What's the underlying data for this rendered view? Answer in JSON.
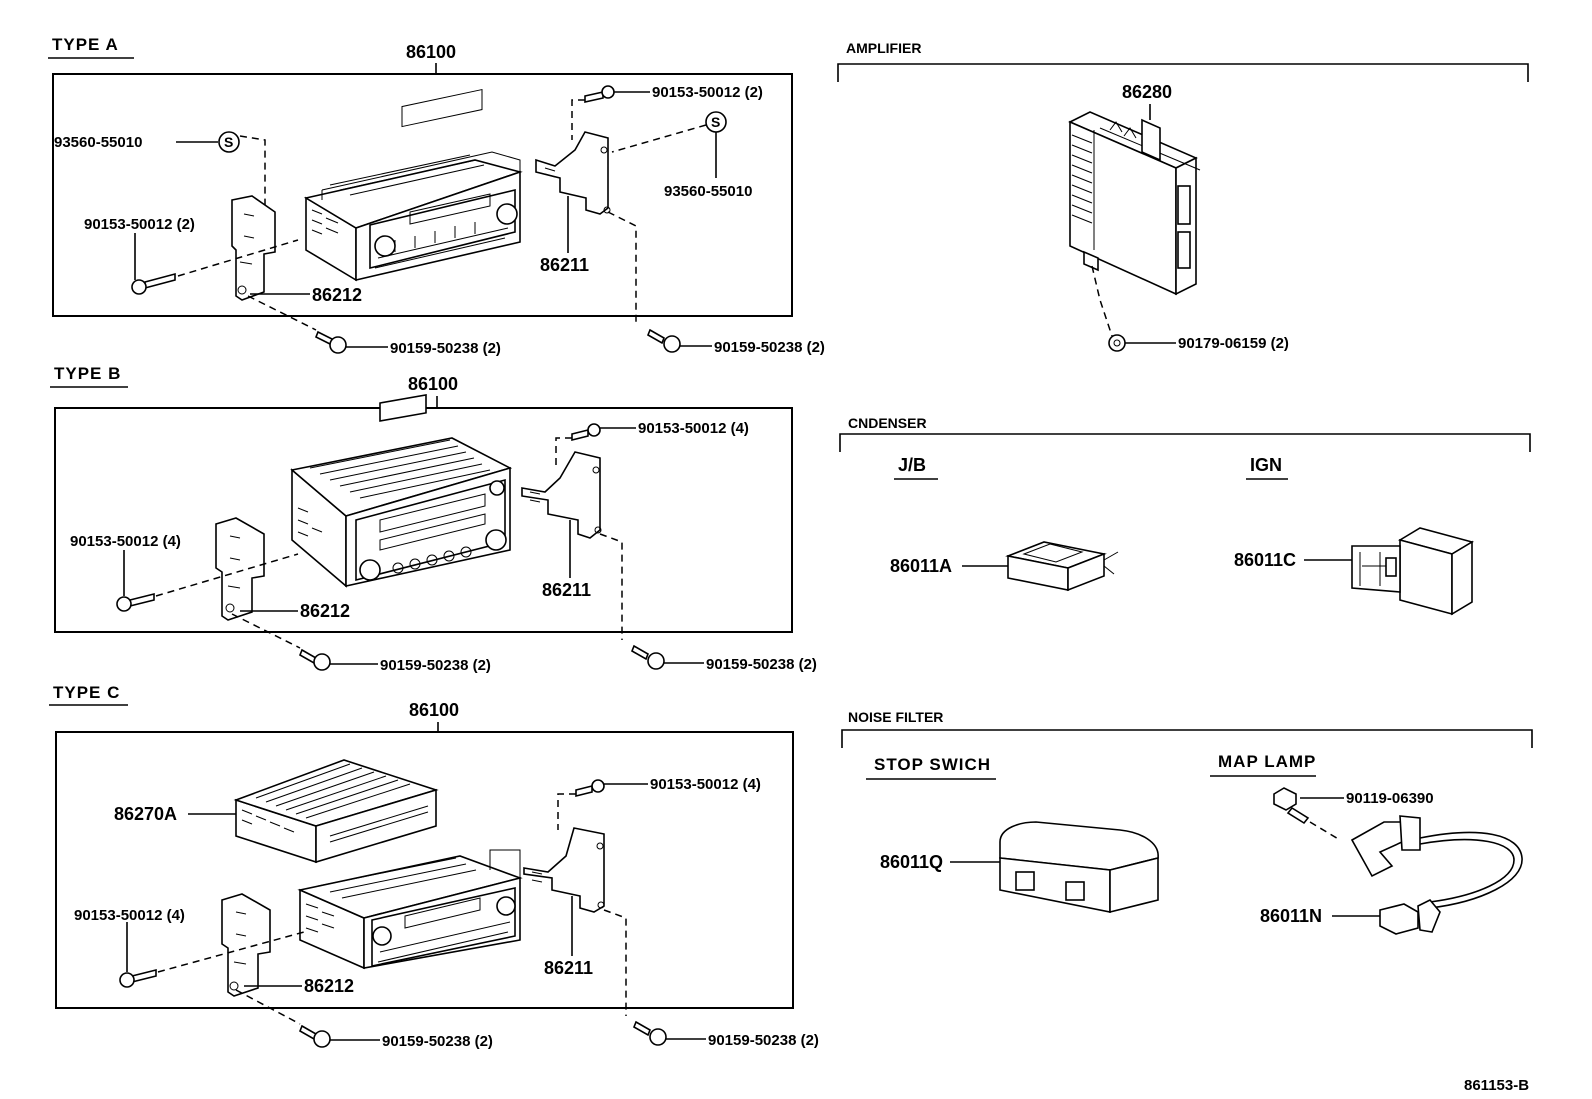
{
  "type_a": {
    "title": "TYPE  A",
    "radio": "86100",
    "screw_top": "90153-50012 (2)",
    "seal_left": "93560-55010",
    "seal_right": "93560-55010",
    "screw_left": "90153-50012 (2)",
    "bracket_right": "86211",
    "bracket_left": "86212",
    "bolt_left": "90159-50238 (2)",
    "bolt_right": "90159-50238 (2)"
  },
  "type_b": {
    "title": "TYPE  B",
    "radio": "86100",
    "screw_top": "90153-50012 (4)",
    "screw_left": "90153-50012 (4)",
    "bracket_right": "86211",
    "bracket_left": "86212",
    "bolt_left": "90159-50238 (2)",
    "bolt_right": "90159-50238 (2)"
  },
  "type_c": {
    "title": "TYPE  C",
    "radio": "86100",
    "changer": "86270A",
    "screw_top": "90153-50012 (4)",
    "screw_left": "90153-50012 (4)",
    "bracket_right": "86211",
    "bracket_left": "86212",
    "bolt_left": "90159-50238 (2)",
    "bolt_right": "90159-50238 (2)"
  },
  "amplifier": {
    "title": "AMPLIFIER",
    "unit": "86280",
    "nut": "90179-06159 (2)"
  },
  "condenser": {
    "title": "CNDENSER",
    "jb_label": "J/B",
    "ign_label": "IGN",
    "jb_part": "86011A",
    "ign_part": "86011C"
  },
  "noise_filter": {
    "title": "NOISE FILTER",
    "stop_label": "STOP  SWICH",
    "map_label": "MAP  LAMP",
    "stop_part": "86011Q",
    "screw": "90119-06390",
    "map_part": "86011N"
  },
  "diagram_id": "861153-B"
}
